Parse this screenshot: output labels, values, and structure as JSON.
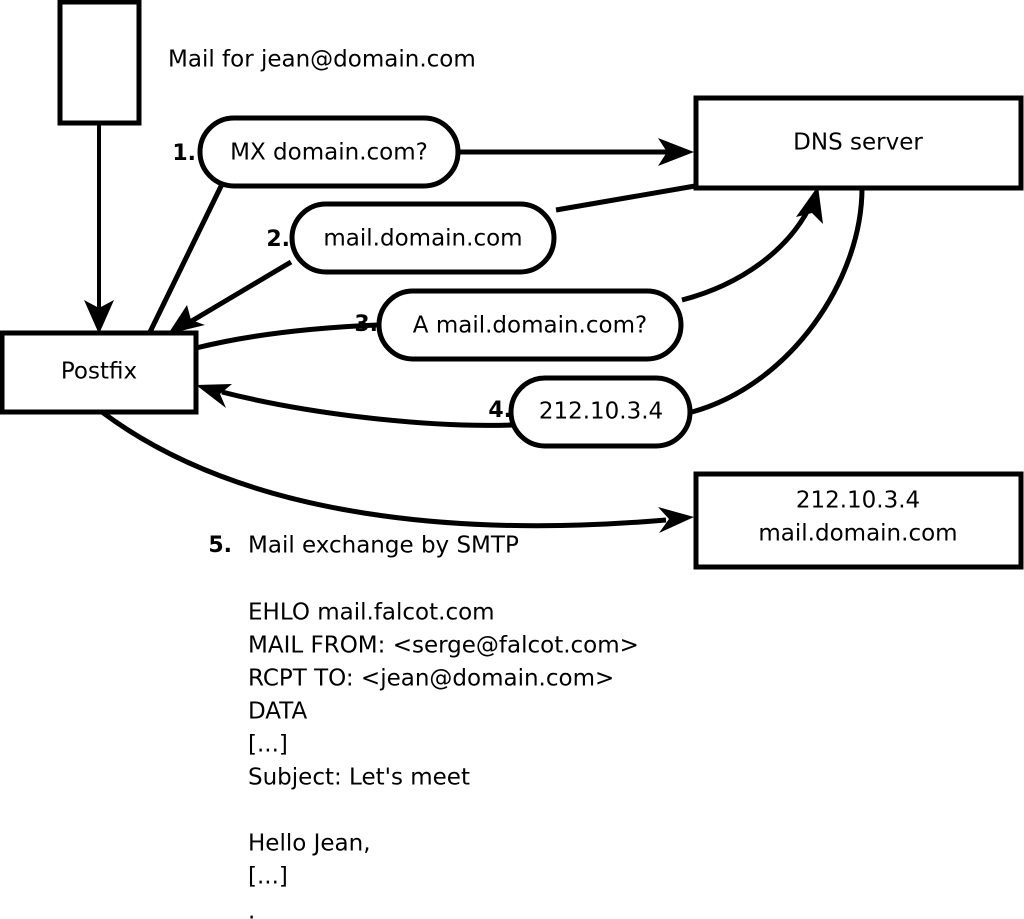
{
  "title": "Mail for jean@domain.com",
  "nodes": {
    "client": {
      "label": ""
    },
    "postfix": {
      "label": "Postfix"
    },
    "dns": {
      "label": "DNS server"
    },
    "mailserver": {
      "line1": "212.10.3.4",
      "line2": "mail.domain.com"
    }
  },
  "steps": [
    {
      "num": "1.",
      "label": "MX domain.com?"
    },
    {
      "num": "2.",
      "label": "mail.domain.com"
    },
    {
      "num": "3.",
      "label": "A mail.domain.com?"
    },
    {
      "num": "4.",
      "label": "212.10.3.4"
    }
  ],
  "smtp": {
    "num": "5.",
    "caption": "Mail exchange by SMTP",
    "transcript": [
      "EHLO mail.falcot.com",
      "MAIL FROM: <serge@falcot.com>",
      "RCPT TO: <jean@domain.com>",
      "DATA",
      "[...]",
      "Subject: Let's meet",
      "",
      "Hello Jean,",
      "[...]",
      "."
    ]
  },
  "colors": {
    "stroke": "#000000",
    "fill": "#ffffff",
    "background": "#ffffff"
  }
}
